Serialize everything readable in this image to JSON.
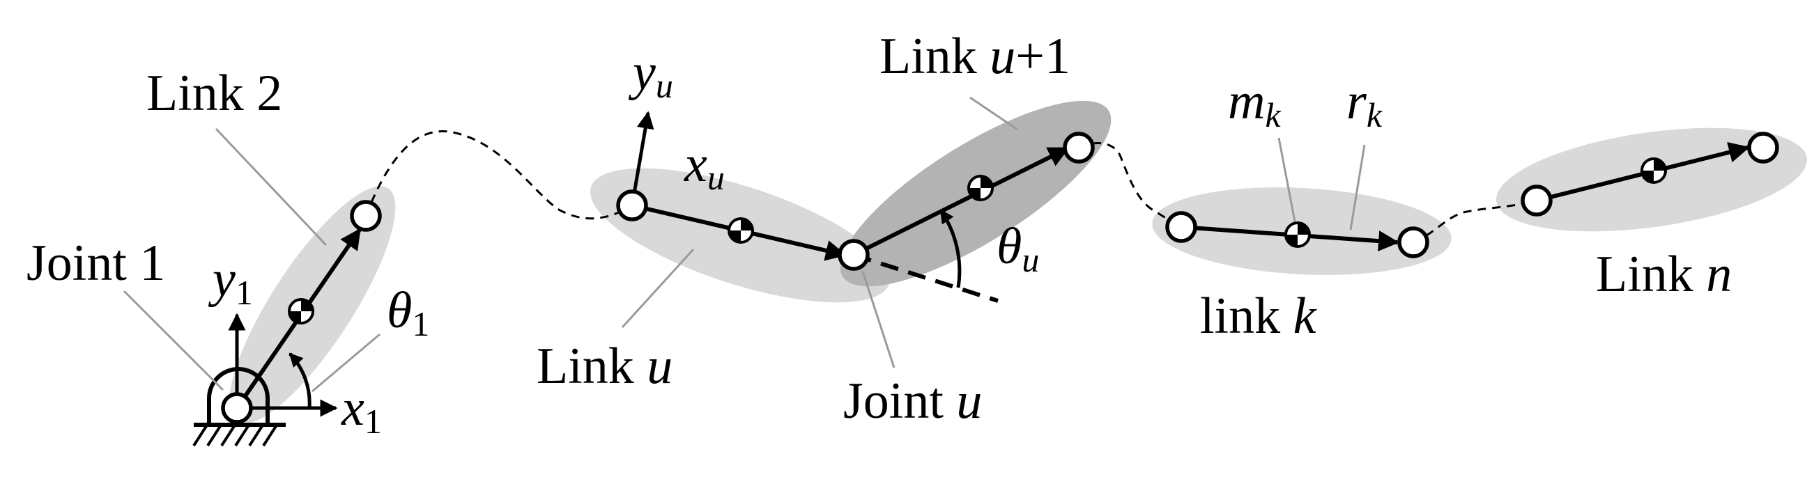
{
  "labels": {
    "joint1": "Joint 1",
    "link2": "Link 2",
    "y1_base": "y",
    "y1_sub": "1",
    "x1_base": "x",
    "x1_sub": "1",
    "theta1_base": "θ",
    "theta1_sub": "1",
    "yu_base": "y",
    "yu_sub": "u",
    "xu_base": "x",
    "xu_sub": "u",
    "link_u_pre": "Link ",
    "link_u_var": "u",
    "joint_u_pre": "Joint ",
    "joint_u_var": "u",
    "link_u1_pre": "Link ",
    "link_u1_var": "u",
    "link_u1_post": "+1",
    "thetau_base": "θ",
    "thetau_sub": "u",
    "mk_base": "m",
    "mk_sub": "k",
    "rk_base": "r",
    "rk_sub": "k",
    "link_k_pre": "link ",
    "link_k_var": "k",
    "link_n_pre": "Link ",
    "link_n_var": "n"
  },
  "colors": {
    "link_shade": "#d9d9d9",
    "link_shade_dark": "#b3b3b3",
    "line": "#000000",
    "leader": "#9a9a9a"
  }
}
